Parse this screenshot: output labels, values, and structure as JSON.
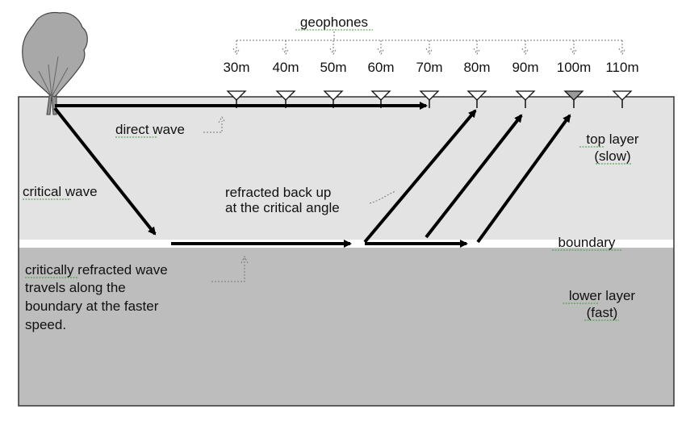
{
  "title": "geophones",
  "geophone_labels": [
    "30m",
    "40m",
    "50m",
    "60m",
    "70m",
    "80m",
    "90m",
    "100m",
    "110m"
  ],
  "labels": {
    "direct_wave": "direct wave",
    "critical_wave": "critical wave",
    "refracted_line1": "refracted back up",
    "refracted_line2": "at the critical angle",
    "top_layer_line1": "top layer",
    "top_layer_line2": "(slow)",
    "boundary": "boundary",
    "lower_layer_line1": "lower layer",
    "lower_layer_line2": "(fast)",
    "critically_line1": "critically refracted wave",
    "critically_line2": "travels along the",
    "critically_line3": "boundary at the faster",
    "critically_line4": "speed."
  },
  "colors": {
    "top_layer": "#e3e3e3",
    "lower_layer": "#bdbdbd",
    "boundary": "#ffffff",
    "arrow": "#000000",
    "tree": "#a8a8a8"
  }
}
